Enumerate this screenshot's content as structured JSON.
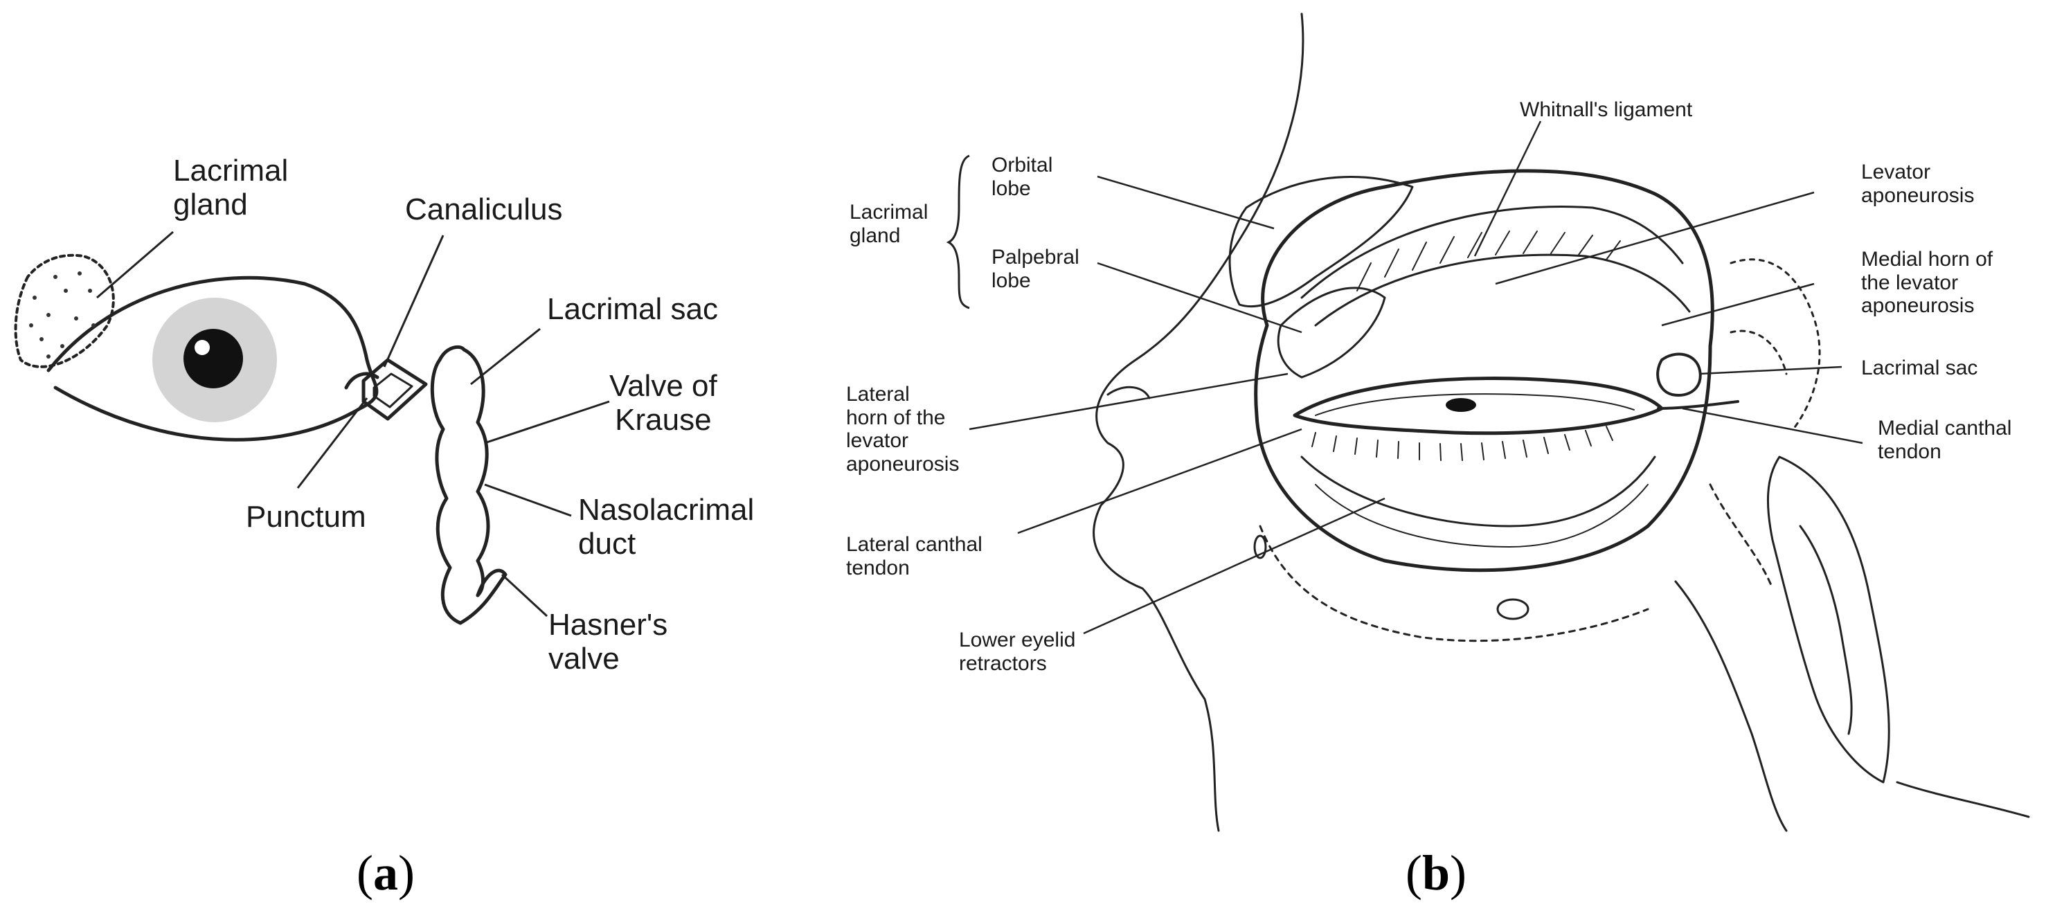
{
  "panels": {
    "a": {
      "tag_open": "(",
      "tag_letter": "a",
      "tag_close": ")",
      "labels": {
        "lacrimal_gland": [
          "Lacrimal",
          "gland"
        ],
        "canaliculus": [
          "Canaliculus"
        ],
        "lacrimal_sac": [
          "Lacrimal sac"
        ],
        "valve_of_krause": [
          "Valve of",
          "Krause"
        ],
        "punctum": [
          "Punctum"
        ],
        "nasolacrimal_duct": [
          "Nasolacrimal",
          "duct"
        ],
        "hasners_valve": [
          "Hasner's",
          "valve"
        ]
      }
    },
    "b": {
      "tag_open": "(",
      "tag_letter": "b",
      "tag_close": ")",
      "labels": {
        "whitnalls_ligament": [
          "Whitnall's ligament"
        ],
        "lacrimal_gland": [
          "Lacrimal",
          "gland"
        ],
        "orbital_lobe": [
          "Orbital",
          "lobe"
        ],
        "palpebral_lobe": [
          "Palpebral",
          "lobe"
        ],
        "levator_aponeurosis": [
          "Levator",
          "aponeurosis"
        ],
        "medial_horn": [
          "Medial horn of",
          "the levator",
          "aponeurosis"
        ],
        "lacrimal_sac": [
          "Lacrimal sac"
        ],
        "lateral_horn": [
          "Lateral",
          "horn of the",
          "levator",
          "aponeurosis"
        ],
        "medial_canthal_tendon": [
          "Medial canthal",
          "tendon"
        ],
        "lateral_canthal_tendon": [
          "Lateral canthal",
          "tendon"
        ],
        "lower_eyelid_retractors": [
          "Lower eyelid",
          "retractors"
        ]
      }
    }
  }
}
